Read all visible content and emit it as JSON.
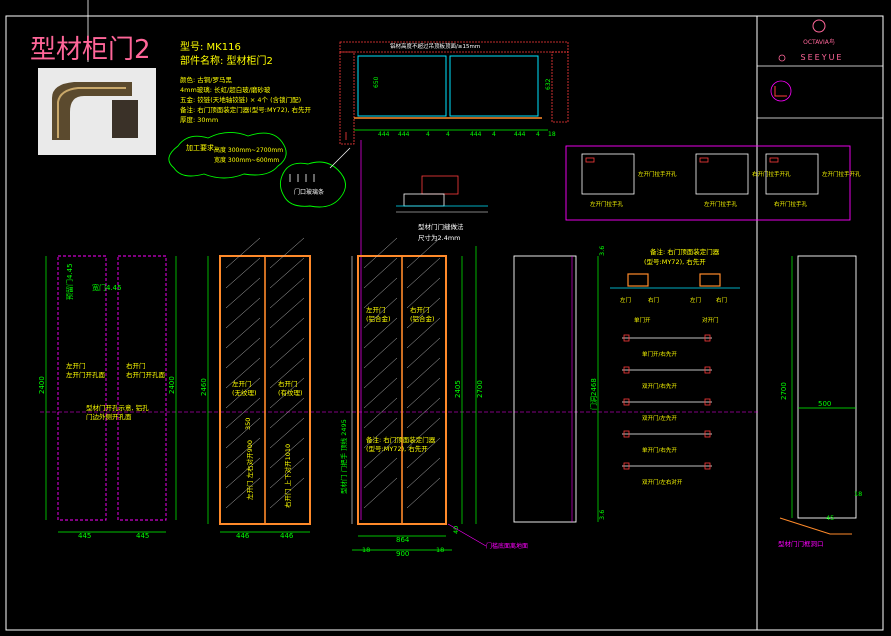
{
  "title": "型材柜门2",
  "model_line": "型号: MK116",
  "part_line": "部件名称: 型材柜门2",
  "spec_lines": [
    "颜色: 古铜/罗马黑",
    "4mm玻璃: 长虹/超白玻/磨砂玻",
    "五金: 铰链(天地轴铰链) × 4个 (含锁门配)",
    "备注: 右门顶面装定门器(型号:MY72), 右先开",
    "厚度: 30mm"
  ],
  "bubble1": {
    "title": "加工要求:",
    "lines": [
      "高度 300mm~2700mm",
      "宽度 300mm~600mm"
    ]
  },
  "bubble2": {
    "label": "门口玻璃条"
  },
  "brand": {
    "sub": "OCTAVIA鸟",
    "name": "SEEYUE"
  },
  "colors": {
    "frame": "#ff8a2a",
    "dim": "#00ff00",
    "text": "#ffff00",
    "guide": "#ff00ff",
    "title": "#ff6699"
  },
  "top_view": {
    "note": "铝材高度不超过吊顶板顶面/≥15mm",
    "dims": [
      "444",
      "444",
      "4",
      "4",
      "444",
      "4",
      "444",
      "4",
      "18"
    ],
    "h1": "650",
    "h2": "632"
  },
  "section": {
    "label": "型材门门缝做法",
    "sub": "尺寸为2.4mm"
  },
  "legend_box": {
    "items": [
      {
        "name": "左开门拉手开孔",
        "sub": "左开门拉手孔"
      },
      {
        "name": "右开门拉手开孔",
        "sub": "左开门拉手孔"
      },
      {
        "name": "左开门拉手开孔",
        "sub": "右开门拉手孔"
      }
    ]
  },
  "v1": {
    "label_a": "预留门4.45",
    "label_b": "宽门4.45",
    "h": "2400",
    "left_name": "左开门\n左开门开孔面",
    "right_name": "右开门\n右开门开孔面",
    "note": "型材门开孔示意, 铝孔\n门边外侧开孔面",
    "w1": "445",
    "w2": "445"
  },
  "v2": {
    "h": "2460",
    "left_lbl": "左开门\n(无纹理)",
    "right_lbl": "右开门\n(有纹理)",
    "vert_l": "左开门 左右对开900",
    "vert_r": "右开门 上下对开1010",
    "mid": "350",
    "w1": "446",
    "w2": "446"
  },
  "v3": {
    "h_left": "型材门 门把手 顶线 2495",
    "left_lbl": "左开门\n(铝合金)",
    "right_lbl": "右开门\n(铝合金)",
    "note": "备注: 右门顶面装定门器\n(型号:MY72), 右先开",
    "h1": "2405",
    "h2": "2700",
    "w_inner": "864",
    "w_outer": "900",
    "sides": [
      "18",
      "18"
    ],
    "sill": "门槛底面离地面",
    "gap": "40"
  },
  "v4": {
    "h": "门洞2468",
    "top": "3.6",
    "bottom": "3.6"
  },
  "hinge": {
    "title": "备注: 右门顶面装定门器",
    "sub": "(型号:MY72), 右先开",
    "labels": [
      "左门",
      "右门",
      "左门",
      "右门"
    ],
    "captions": [
      "单门开",
      "对开门"
    ],
    "rows": [
      "单门开/右先开",
      "双开门/右先开",
      "双开门/左先开",
      "单开门/右先开",
      "双开门/左右对开"
    ]
  },
  "v5": {
    "h": "2700",
    "w": "500",
    "corner": "45",
    "side": "18",
    "caption": "型材门门框洞口"
  }
}
